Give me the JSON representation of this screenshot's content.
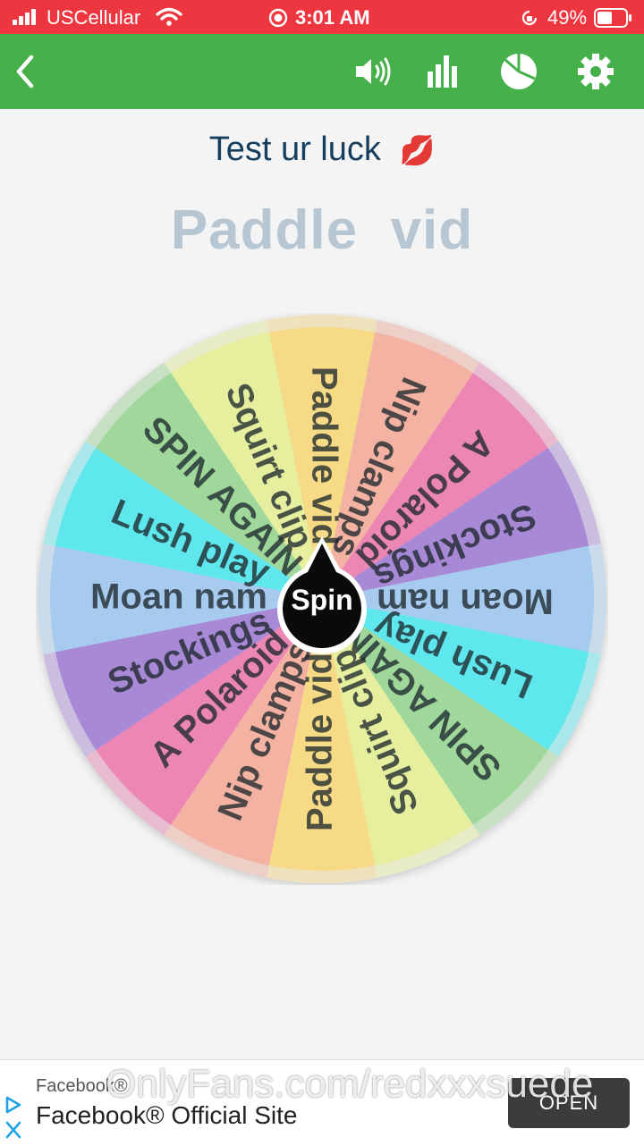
{
  "status_bar": {
    "carrier": "USCellular",
    "time": "3:01 AM",
    "battery": "49%"
  },
  "toolbar": {
    "back_icon": "chevron-left-icon",
    "icons": [
      "speaker-icon",
      "bar-chart-icon",
      "pie-chart-icon",
      "gear-icon"
    ]
  },
  "header": {
    "title": "Test ur luck",
    "emoji": "💋"
  },
  "result": {
    "text": "Paddle  vid"
  },
  "wheel": {
    "spin_label": "Spin",
    "segments": [
      {
        "label": "Paddle vid",
        "color": "#f6da86"
      },
      {
        "label": "Nip clamps",
        "color": "#f3b2a2"
      },
      {
        "label": "A Polaroid",
        "color": "#ec86b4"
      },
      {
        "label": "Stockings",
        "color": "#a789d6"
      },
      {
        "label": "Moan nam",
        "color": "#a6cbef"
      },
      {
        "label": "Lush play",
        "color": "#5fe7ee"
      },
      {
        "label": "SPIN AGAIN",
        "color": "#9fd89a"
      },
      {
        "label": "Squirt clip",
        "color": "#e6ef9e"
      },
      {
        "label": "Paddle vid",
        "color": "#f6da86"
      },
      {
        "label": "Nip clamps",
        "color": "#f3b2a2"
      },
      {
        "label": "A Polaroid",
        "color": "#ec86b4"
      },
      {
        "label": "Stockings",
        "color": "#a789d6"
      },
      {
        "label": "Moan nam",
        "color": "#a6cbef"
      },
      {
        "label": "Lush play",
        "color": "#5fe7ee"
      },
      {
        "label": "SPIN AGAIN",
        "color": "#9fd89a"
      },
      {
        "label": "Squirt clip",
        "color": "#e6ef9e"
      }
    ]
  },
  "ad": {
    "source": "Facebook®",
    "title": "Facebook® Official Site",
    "button": "OPEN"
  },
  "watermark": "OnlyFans.com/redxxxsuede",
  "colors": {
    "status_bar": "#ee3640",
    "toolbar": "#46b14a"
  }
}
